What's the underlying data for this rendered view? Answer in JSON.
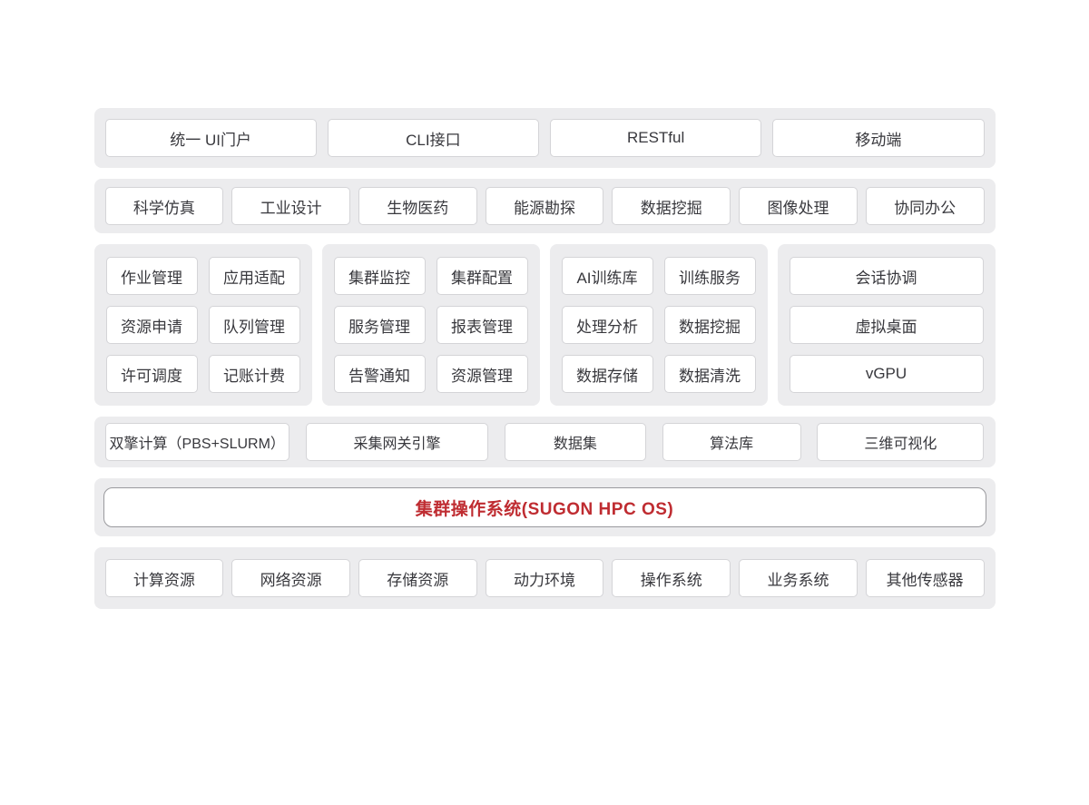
{
  "colors": {
    "accent_red": "#bf2c31",
    "panel_bg": "#ececee",
    "card_border": "#d4d4d7",
    "os_card_border": "#9a9a9e",
    "text": "#38383d"
  },
  "access_layer": {
    "items": [
      "统一 UI门户",
      "CLI接口",
      "RESTful",
      "移动端"
    ]
  },
  "application_layer": {
    "items": [
      "科学仿真",
      "工业设计",
      "生物医药",
      "能源勘探",
      "数据挖掘",
      "图像处理",
      "协同办公"
    ]
  },
  "module_layer": {
    "job_group": {
      "items": [
        "作业管理",
        "应用适配",
        "资源申请",
        "队列管理",
        "许可调度",
        "记账计费"
      ]
    },
    "cluster_group": {
      "items": [
        "集群监控",
        "集群配置",
        "服务管理",
        "报表管理",
        "告警通知",
        "资源管理"
      ]
    },
    "ai_group": {
      "items": [
        "AI训练库",
        "训练服务",
        "处理分析",
        "数据挖掘",
        "数据存储",
        "数据清洗"
      ]
    },
    "session_group": {
      "items": [
        "会话协调",
        "虚拟桌面",
        "vGPU"
      ]
    }
  },
  "platform_layer": {
    "items": [
      "双擎计算（PBS+SLURM）",
      "采集网关引擎",
      "数据集",
      "算法库",
      "三维可视化"
    ]
  },
  "os_layer": {
    "title": "集群操作系统(SUGON HPC OS)"
  },
  "resource_layer": {
    "items": [
      "计算资源",
      "网络资源",
      "存储资源",
      "动力环境",
      "操作系统",
      "业务系统",
      "其他传感器"
    ]
  }
}
